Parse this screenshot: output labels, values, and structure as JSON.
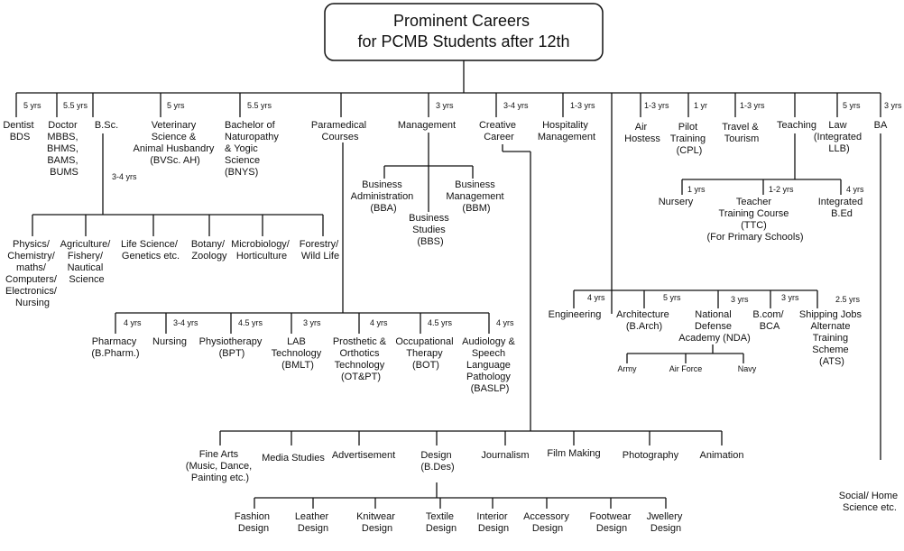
{
  "title": [
    "Prominent Careers",
    "for PCMB Students after 12th"
  ],
  "nodes": {
    "dentist": [
      "Dentist",
      "BDS"
    ],
    "doctor": [
      "Doctor",
      "MBBS,",
      "BHMS,",
      "BAMS,",
      "BUMS"
    ],
    "bsc": [
      "B.Sc."
    ],
    "vet": [
      "Veterinary",
      "Science &",
      "Animal Husbandry",
      "(BVSc. AH)"
    ],
    "naturo": [
      "Bachelor of",
      "Naturopathy",
      "& Yogic",
      "Science",
      "(BNYS)"
    ],
    "paramedical": [
      "Paramedical",
      "Courses"
    ],
    "management": [
      "Management"
    ],
    "creative": [
      "Creative",
      "Career"
    ],
    "hospitality": [
      "Hospitality",
      "Management"
    ],
    "air_hostess": [
      "Air",
      "Hostess"
    ],
    "pilot": [
      "Pilot",
      "Training",
      "(CPL)"
    ],
    "travel": [
      "Travel &",
      "Tourism"
    ],
    "teaching": [
      "Teaching"
    ],
    "law": [
      "Law",
      "(Integrated",
      "LLB)"
    ],
    "ba": [
      "BA"
    ],
    "physics": [
      "Physics/",
      "Chemistry/",
      "maths/",
      "Computers/",
      "Electronics/",
      "Nursing"
    ],
    "agriculture": [
      "Agriculture/",
      "Fishery/",
      "Nautical",
      "Science"
    ],
    "life_science": [
      "Life Science/",
      "Genetics etc."
    ],
    "botany": [
      "Botany/",
      "Zoology"
    ],
    "microbiology": [
      "Microbiology/",
      "Horticulture"
    ],
    "forestry": [
      "Forestry/",
      "Wild Life"
    ],
    "bba": [
      "Business",
      "Administration",
      "(BBA)"
    ],
    "bbs": [
      "Business",
      "Studies",
      "(BBS)"
    ],
    "bbm": [
      "Business",
      "Management",
      "(BBM)"
    ],
    "nursery": [
      "Nursery"
    ],
    "ttc": [
      "Teacher",
      "Training Course",
      "(TTC)",
      "(For Primary Schools)"
    ],
    "bed": [
      "Integrated",
      "B.Ed"
    ],
    "engineering": [
      "Engineering"
    ],
    "architecture": [
      "Architecture",
      "(B.Arch)"
    ],
    "nda": [
      "National",
      "Defense",
      "Academy (NDA)"
    ],
    "bcom": [
      "B.com/",
      "BCA"
    ],
    "shipping": [
      "Shipping Jobs",
      "Alternate",
      "Training",
      "Scheme",
      "(ATS)"
    ],
    "army": [
      "Army"
    ],
    "airforce": [
      "Air Force"
    ],
    "navy": [
      "Navy"
    ],
    "pharmacy": [
      "Pharmacy",
      "(B.Pharm.)"
    ],
    "nursing": [
      "Nursing"
    ],
    "physio": [
      "Physiotherapy",
      "(BPT)"
    ],
    "lab": [
      "LAB",
      "Technology",
      "(BMLT)"
    ],
    "prosthetic": [
      "Prosthetic &",
      "Orthotics",
      "Technology",
      "(OT&PT)"
    ],
    "occupational": [
      "Occupational",
      "Therapy",
      "(BOT)"
    ],
    "audiology": [
      "Audiology &",
      "Speech",
      "Language",
      "Pathology",
      "(BASLP)"
    ],
    "fine_arts": [
      "Fine Arts",
      "(Music, Dance,",
      "Painting etc.)"
    ],
    "media": [
      "Media Studies"
    ],
    "advertisement": [
      "Advertisement"
    ],
    "design": [
      "Design",
      "(B.Des)"
    ],
    "journalism": [
      "Journalism"
    ],
    "film": [
      "Film Making"
    ],
    "photography": [
      "Photography"
    ],
    "animation": [
      "Animation"
    ],
    "fashion": [
      "Fashion",
      "Design"
    ],
    "leather": [
      "Leather",
      "Design"
    ],
    "knitwear": [
      "Knitwear",
      "Design"
    ],
    "textile": [
      "Textile",
      "Design"
    ],
    "interior": [
      "Interior",
      "Design"
    ],
    "accessory": [
      "Accessory",
      "Design"
    ],
    "footwear": [
      "Footwear",
      "Design"
    ],
    "jewellery": [
      "Jwellery",
      "Design"
    ],
    "social": [
      "Social/ Home",
      "Science etc."
    ]
  },
  "durations": {
    "dentist": "5 yrs",
    "doctor": "5.5 yrs",
    "vet": "5 yrs",
    "naturo": "5.5 yrs",
    "management": "3 yrs",
    "creative": "3-4  yrs",
    "hospitality": "1-3 yrs",
    "air_hostess": "1-3 yrs",
    "pilot": "1 yr",
    "travel": "1-3 yrs",
    "law": "5 yrs",
    "ba": "3 yrs",
    "bsc_branch": "3-4  yrs",
    "nursery": "1 yrs",
    "ttc": "1-2  yrs",
    "bed": "4  yrs",
    "engineering": "4  yrs",
    "architecture": "5  yrs",
    "nda": "3  yrs",
    "bcom": "3  yrs",
    "shipping": "2.5  yrs",
    "pharmacy": "4 yrs",
    "nursing": "3-4 yrs",
    "physio": "4.5 yrs",
    "lab": "3 yrs",
    "prosthetic": "4 yrs",
    "occupational": "4.5 yrs",
    "audiology": "4  yrs"
  }
}
